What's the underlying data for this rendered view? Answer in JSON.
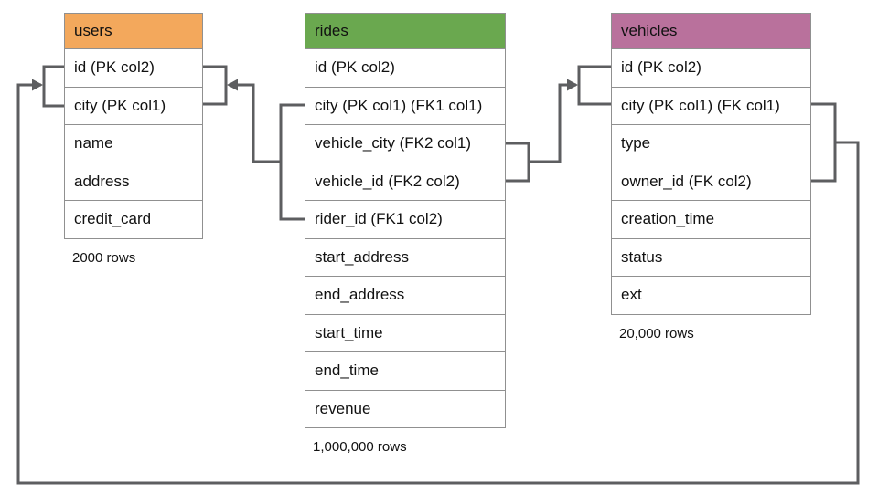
{
  "diagram": {
    "background_color": "#ffffff",
    "connector_color": "#5d5e60",
    "table_border_color": "#909090",
    "tables": [
      {
        "id": "users",
        "title": "users",
        "header_color": "#f3a85c",
        "columns": [
          "id (PK col2)",
          "city (PK col1)",
          "name",
          "address",
          "credit_card"
        ],
        "rows_label": "2000 rows"
      },
      {
        "id": "rides",
        "title": "rides",
        "header_color": "#6aa84f",
        "columns": [
          "id (PK col2)",
          "city (PK col1) (FK1 col1)",
          "vehicle_city (FK2 col1)",
          "vehicle_id (FK2 col2)",
          "rider_id (FK1 col2)",
          "start_address",
          "end_address",
          "start_time",
          "end_time",
          "revenue"
        ],
        "rows_label": "1,000,000 rows"
      },
      {
        "id": "vehicles",
        "title": "vehicles",
        "header_color": "#b9719c",
        "columns": [
          "id (PK col2)",
          "city (PK col1) (FK col1)",
          "type",
          "owner_id (FK col2)",
          "creation_time",
          "status",
          "ext"
        ],
        "rows_label": "20,000 rows"
      }
    ],
    "relationships": [
      {
        "name": "rides-fk1-users",
        "from": "rides (city, rider_id)",
        "to": "users (city, id)"
      },
      {
        "name": "rides-fk2-vehicles",
        "from": "rides (vehicle_city, vehicle_id)",
        "to": "vehicles (city, id)"
      },
      {
        "name": "vehicles-fk-users",
        "from": "vehicles (city, owner_id)",
        "to": "users (city, id)"
      }
    ]
  }
}
